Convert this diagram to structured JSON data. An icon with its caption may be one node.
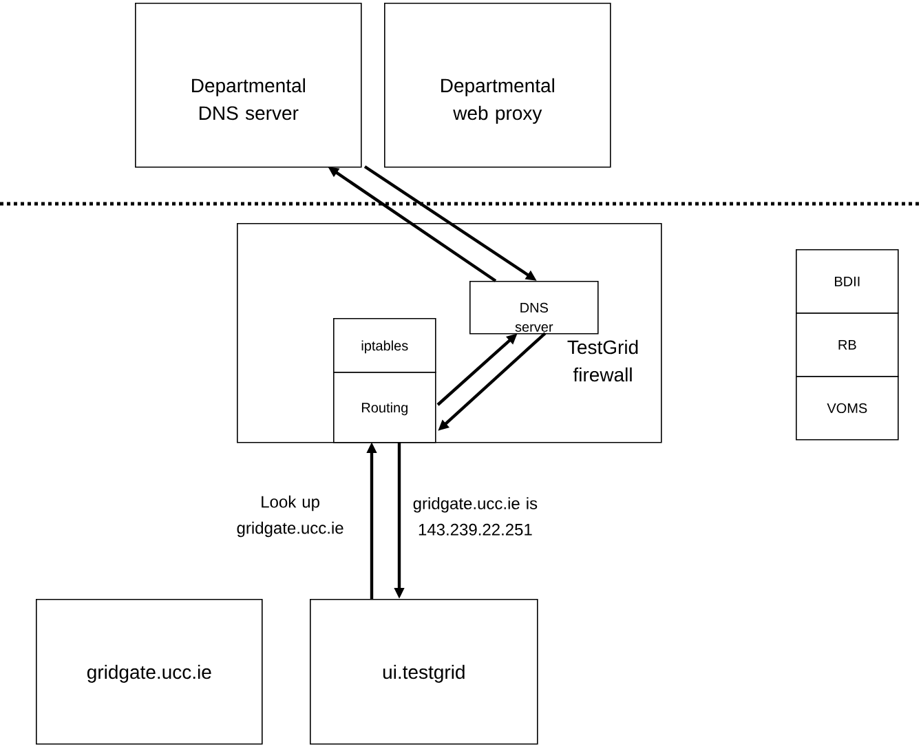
{
  "diagram": {
    "nodes": [
      {
        "text": [
          "Departmental DNS server"
        ]
      },
      {
        "text": [
          "Departmental web proxy"
        ]
      },
      {
        "text": [
          "TestGrid firewall"
        ]
      },
      {
        "text": [
          "DNS server"
        ],
        "in": 2
      },
      {
        "text": [
          "iptables"
        ],
        "in": 2
      },
      {
        "text": [
          "Routing"
        ],
        "in": 2
      },
      {
        "text": [
          "BDII"
        ]
      },
      {
        "text": [
          "RB"
        ]
      },
      {
        "text": [
          "VOMS"
        ]
      },
      {
        "text": [
          "gridgate.ucc.ie"
        ]
      },
      {
        "text": [
          "ui.testgrid"
        ]
      }
    ],
    "edges": [
      {
        "from": 0,
        "to": 3,
        "arrow": "to"
      },
      {
        "from": 3,
        "to": 0,
        "arrow": "to"
      },
      {
        "from": 5,
        "to": 3,
        "arrow": "to"
      },
      {
        "from": 3,
        "to": 5,
        "arrow": "to"
      },
      {
        "from": 10,
        "to": 5,
        "arrow": "to",
        "label": "Look up gridgate.ucc.ie"
      },
      {
        "from": 5,
        "to": 10,
        "arrow": "to",
        "label": "gridgate.ucc.ie is 143.239.22.251"
      }
    ]
  }
}
